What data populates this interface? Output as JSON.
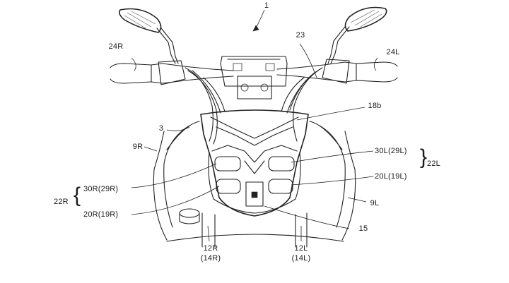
{
  "figure": {
    "reference": "1",
    "labels": {
      "mirror_right_grip": "24R",
      "mirror_left_grip": "24L",
      "cable": "23",
      "cowl_top": "18b",
      "cover": "3",
      "right_shroud": "9R",
      "left_shroud": "9L",
      "hi_beam_left": "30L(29L)",
      "lo_beam_left": "20L(19L)",
      "group_left": "22L",
      "hi_beam_right": "30R(29R)",
      "lo_beam_right": "20R(19R)",
      "group_right": "22R",
      "center_part": "15",
      "fork_right": "12R",
      "fork_right_sub": "(14R)",
      "fork_left": "12L",
      "fork_left_sub": "(14L)"
    }
  }
}
